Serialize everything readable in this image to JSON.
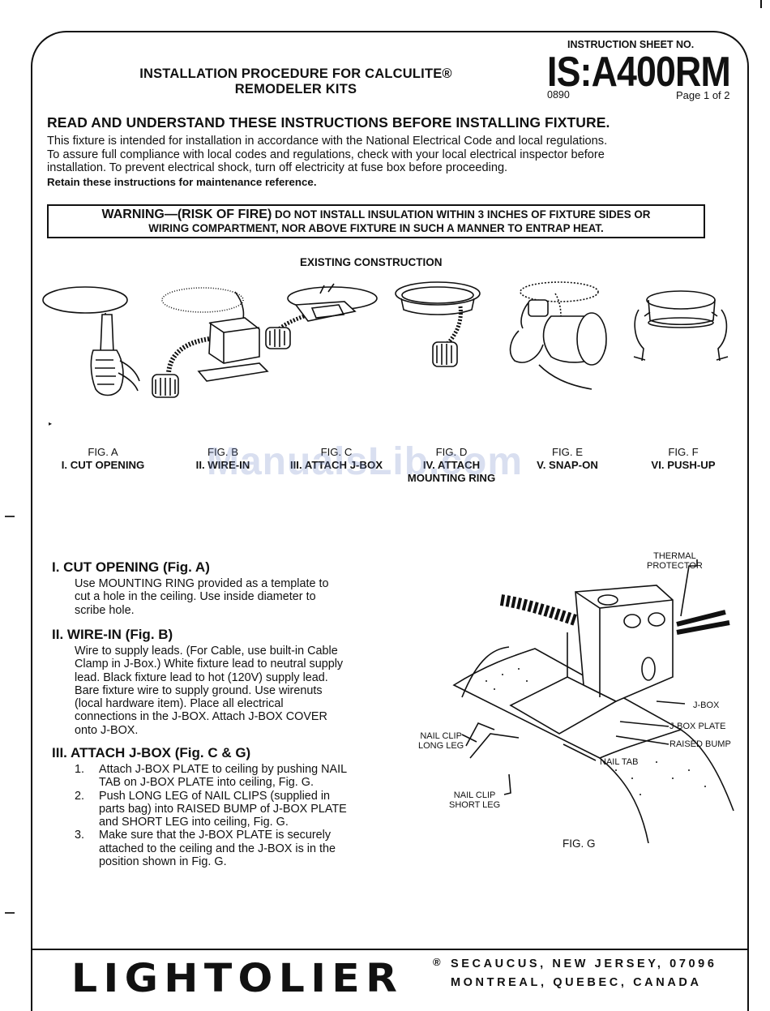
{
  "header": {
    "title_line1": "INSTALLATION PROCEDURE FOR CALCULITE®",
    "title_line2": "REMODELER KITS",
    "sheet_label": "INSTRUCTION SHEET NO.",
    "sheet_number": "IS:A400RM",
    "sheet_code": "0890",
    "page": "Page 1 of 2"
  },
  "intro": {
    "heading": "READ AND UNDERSTAND THESE INSTRUCTIONS BEFORE INSTALLING FIXTURE.",
    "line1": "This fixture is intended for installation in accordance with the National Electrical Code and local regulations.",
    "line2": "To assure full compliance with local codes and regulations, check with your local electrical inspector before",
    "line3": "installation. To prevent electrical shock, turn off electricity at fuse box before proceeding.",
    "retain": "Retain these instructions for maintenance reference."
  },
  "warning": {
    "lead": "WARNING—(RISK OF FIRE)",
    "line1": "DO NOT INSTALL INSULATION WITHIN 3 INCHES OF FIXTURE SIDES OR",
    "line2": "WIRING COMPARTMENT, NOR ABOVE FIXTURE IN SUCH A MANNER TO ENTRAP HEAT."
  },
  "existing_heading": "EXISTING CONSTRUCTION",
  "figures": [
    {
      "fig": "FIG. A",
      "step": "I. CUT OPENING",
      "step2": ""
    },
    {
      "fig": "FIG. B",
      "step": "II. WIRE-IN",
      "step2": ""
    },
    {
      "fig": "FIG. C",
      "step": "III. ATTACH J-BOX",
      "step2": ""
    },
    {
      "fig": "FIG. D",
      "step": "IV. ATTACH",
      "step2": "MOUNTING RING"
    },
    {
      "fig": "FIG. E",
      "step": "V. SNAP-ON",
      "step2": ""
    },
    {
      "fig": "FIG. F",
      "step": "VI. PUSH-UP",
      "step2": ""
    }
  ],
  "watermark": "ManualsLib.com",
  "sections": {
    "s1": {
      "heading": "I.  CUT OPENING (Fig. A)",
      "lines": [
        "Use MOUNTING RING provided as a template to",
        "cut a hole in the ceiling. Use inside diameter to",
        "scribe hole."
      ]
    },
    "s2": {
      "heading": "II.  WIRE-IN (Fig. B)",
      "lines": [
        "Wire to supply leads. (For Cable, use built-in Cable",
        "Clamp in J-Box.) White fixture lead to neutral supply",
        "lead. Black fixture lead to hot (120V) supply lead.",
        "Bare fixture wire to supply ground. Use wirenuts",
        "(local hardware item). Place all electrical",
        "connections in the J-BOX. Attach J-BOX COVER",
        "onto J-BOX."
      ]
    },
    "s3": {
      "heading": "III. ATTACH J-BOX (Fig. C & G)",
      "items": [
        {
          "num": "1.",
          "lines": [
            "Attach J-BOX PLATE to ceiling by pushing NAIL",
            "TAB on J-BOX PLATE into ceiling, Fig. G."
          ]
        },
        {
          "num": "2.",
          "lines": [
            "Push LONG LEG of NAIL CLIPS (supplied in",
            "parts bag) into RAISED BUMP of J-BOX PLATE",
            "and SHORT LEG into ceiling, Fig. G."
          ]
        },
        {
          "num": "3.",
          "lines": [
            "Make sure that the J-BOX PLATE is securely",
            "attached to the ceiling and the J-BOX is in the",
            "position shown in Fig. G."
          ]
        }
      ]
    }
  },
  "fig_g": {
    "thermal1": "THERMAL",
    "thermal2": "PROTECTOR",
    "jbox": "J-BOX",
    "jbox_plate": "J-BOX PLATE",
    "raised_bump": "RAISED BUMP",
    "nail_tab": "NAIL TAB",
    "long1": "NAIL CLIP",
    "long2": "LONG LEG",
    "short1": "NAIL CLIP",
    "short2": "SHORT LEG",
    "label": "FIG. G"
  },
  "footer": {
    "brand": "LIGHTOLIER",
    "reg": "®",
    "addr1": "SECAUCUS, NEW JERSEY, 07096",
    "addr2": "MONTREAL, QUEBEC, CANADA"
  }
}
